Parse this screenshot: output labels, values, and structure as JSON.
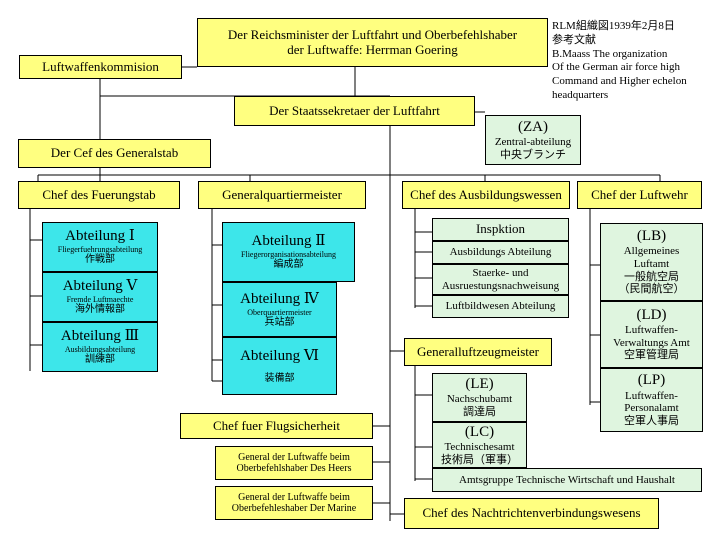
{
  "note": {
    "lines": [
      "RLM組織図1939年2月8日",
      "参考文献",
      "B.Maass  The organization",
      "Of the German air force high",
      "Command and Higher echelon",
      "headquarters"
    ]
  },
  "nodes": {
    "reichsminister": [
      "Der Reichsminister der Luftfahrt und Oberbefehlshaber",
      "der Luftwaffe: Herrman Goering"
    ],
    "luftwaffenkommission": "Luftwaffenkommision",
    "staatssekretaer": "Der Staatssekretaer der Luftfahrt",
    "za": {
      "code": "(ZA)",
      "name": "Zentral-abteilung",
      "jp": "中央ブランチ"
    },
    "generalstab": "Der Cef des Generalstab",
    "fuehrungsstab": "Chef des Fuerungstab",
    "generalquartiermeister": "Generalquartiermeister",
    "ausbildungswesen": "Chef des Ausbildungswessen",
    "luftwehr": "Chef der Luftwehr",
    "abt1": {
      "title": "Abteilung Ⅰ",
      "sub": "Fliegerfuehrungsabteilung",
      "jp": "作戦部"
    },
    "abt5": {
      "title": "Abteilung Ⅴ",
      "sub": "Fremde Luftmaechte",
      "jp": "海外情報部"
    },
    "abt3": {
      "title": "Abteilung Ⅲ",
      "sub": "Ausbildungsabteilung",
      "jp": "訓練部"
    },
    "abt2": {
      "title": "Abteilung Ⅱ",
      "sub": "Fliegerorganisationsabteilung",
      "jp": "編成部"
    },
    "abt4": {
      "title": "Abteilung Ⅳ",
      "sub": "Oberquartiermeister",
      "jp": "兵站部"
    },
    "abt6": {
      "title": "Abteilung Ⅵ",
      "jp": "装備部"
    },
    "inspektion": "Inspktion",
    "ausbildungsabteilung": "Ausbildungs Abteilung",
    "staerke": [
      "Staerke- und",
      "Ausruestungsnachweisung"
    ],
    "luftbildwesen": "Luftbildwesen Abteilung",
    "lb": {
      "code": "(LB)",
      "l1": "Allgemeines",
      "l2": "Luftamt",
      "l3": "一般航空局",
      "l4": "（民間航空）"
    },
    "ld": {
      "code": "(LD)",
      "l1": "Luftwaffen-",
      "l2": "Verwaltungs Amt",
      "l3": "空軍管理局"
    },
    "lp": {
      "code": "(LP)",
      "l1": "Luftwaffen-",
      "l2": "Personalamt",
      "l3": "空軍人事局"
    },
    "generalluftzeugmeister": "Generalluftzeugmeister",
    "le": {
      "code": "(LE)",
      "l1": "Nachschubamt",
      "l2": "調達局"
    },
    "lc": {
      "code": "(LC)",
      "l1": "Technischesamt",
      "l2": "技術局（軍事）"
    },
    "amtsgruppe": "Amtsgruppe Technische Wirtschaft und Haushalt",
    "flugsicherheit": "Chef fuer Flugsicherheit",
    "gen_heer": [
      "General der Luftwaffe beim",
      "Oberbefehlshaber Des Heers"
    ],
    "gen_marine": [
      "General der Luftwaffe beim",
      "Oberbefehleshaber Der Marine"
    ],
    "nachrichten": "Chef des Nachtrichtenverbindungswesens"
  }
}
